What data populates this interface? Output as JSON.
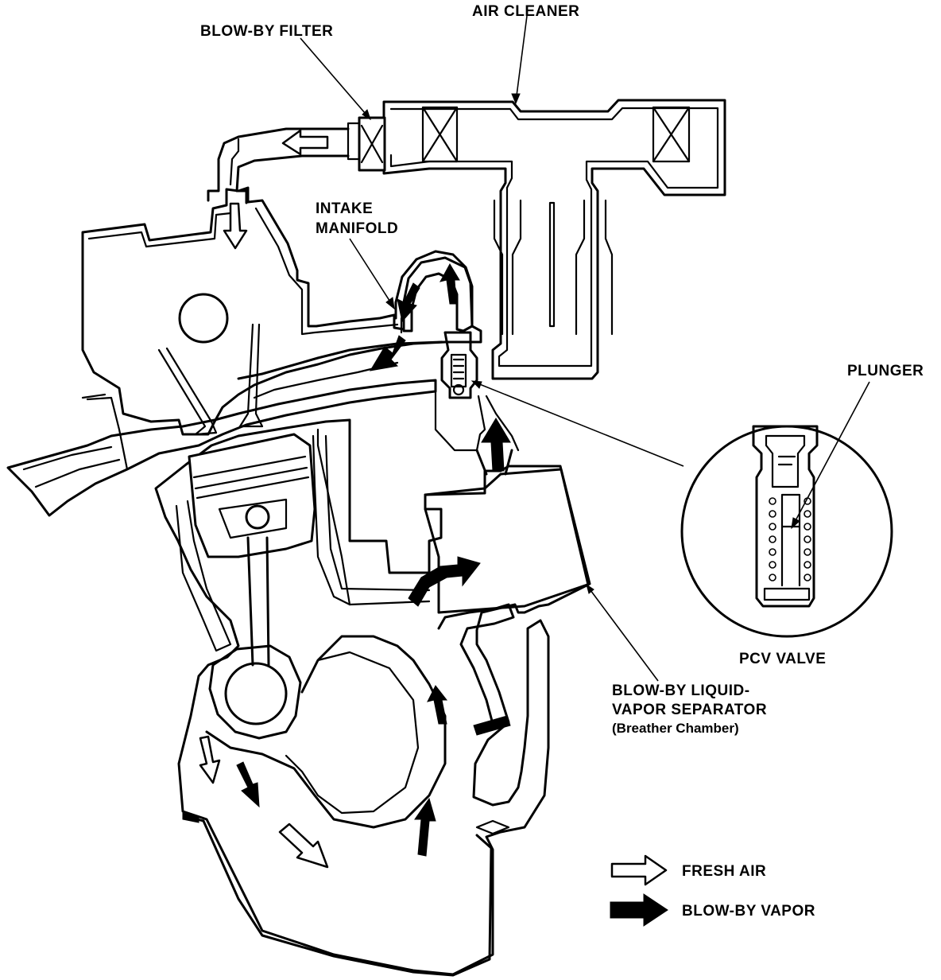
{
  "labels": {
    "air_cleaner": "AIR CLEANER",
    "blowby_filter": "BLOW-BY FILTER",
    "intake_manifold_line1": "INTAKE",
    "intake_manifold_line2": "MANIFOLD",
    "plunger": "PLUNGER",
    "pcv_valve": "PCV VALVE",
    "separator_line1": "BLOW-BY LIQUID-",
    "separator_line2": "VAPOR SEPARATOR",
    "separator_line3": "(Breather Chamber)"
  },
  "legend": {
    "fresh_air": "FRESH AIR",
    "blowby_vapor": "BLOW-BY VAPOR"
  }
}
